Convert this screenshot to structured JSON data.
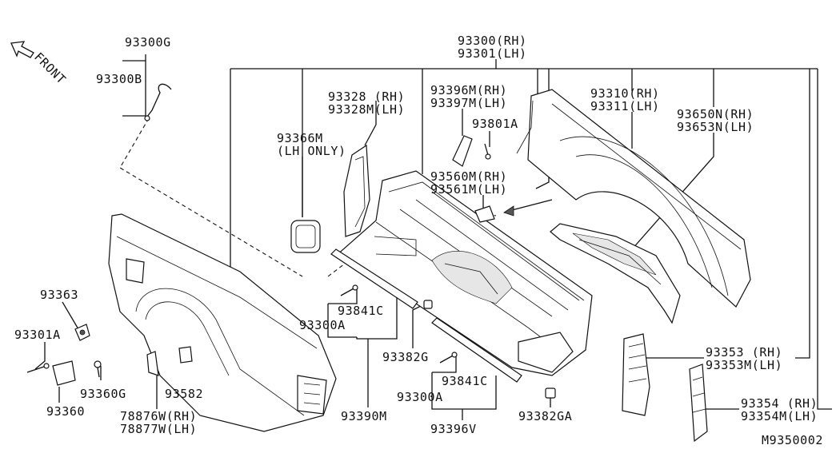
{
  "diagram": {
    "drawing_code": "M9350002",
    "front_label": "FRONT",
    "labels": {
      "p93300G": "93300G",
      "p93300B": "93300B",
      "p93300RH": "93300(RH)",
      "p93301LH": "93301(LH)",
      "p93328RH": "93328 (RH)",
      "p93328MLH": "93328M(LH)",
      "p93396MRH": "93396M(RH)",
      "p93397MLH": "93397M(LH)",
      "p93310RH": "93310(RH)",
      "p93311LH": "93311(LH)",
      "p93366M": "93366M",
      "p93366M_note": "(LH ONLY)",
      "p93801A": "93801A",
      "p93650NRH": "93650N(RH)",
      "p93653NLH": "93653N(LH)",
      "p93560MRH": "93560M(RH)",
      "p93561MLH": "93561M(LH)",
      "p93363": "93363",
      "p93301A": "93301A",
      "p93841C_a": "93841C",
      "p93300A_a": "93300A",
      "p93382G": "93382G",
      "p93353RH": "93353 (RH)",
      "p93353MLH": "93353M(LH)",
      "p93360G": "93360G",
      "p93582": "93582",
      "p93841C_b": "93841C",
      "p93300A_b": "93300A",
      "p93354RH": "93354 (RH)",
      "p93354MLH": "93354M(LH)",
      "p93360": "93360",
      "p78876WRH": "78876W(RH)",
      "p78877WLH": "78877W(LH)",
      "p93390M": "93390M",
      "p93396V": "93396V",
      "p93382GA": "93382GA"
    }
  }
}
